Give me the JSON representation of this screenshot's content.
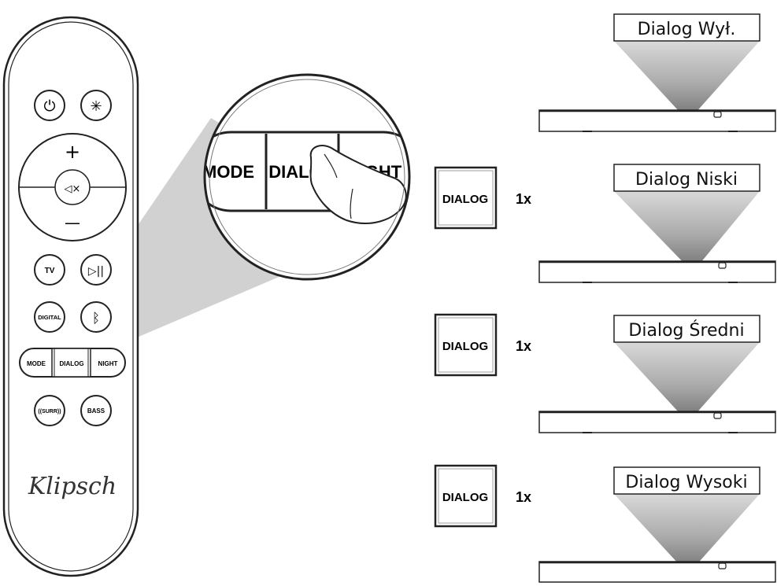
{
  "remote": {
    "buttons": {
      "power": "⏻",
      "light": "✳",
      "volume_up": "+",
      "volume_down": "—",
      "mute": "◁×",
      "tv": "TV",
      "play_pause": "▷||",
      "digital": "DIGITAL",
      "bluetooth": "ᛒ",
      "mode": "MODE",
      "dialog": "DIALOG",
      "night": "NIGHT",
      "surround": "((SURR))",
      "bass": "BASS"
    },
    "logo": "Klipsch"
  },
  "zoom": {
    "mode": "MODE",
    "dialog": "DIALOG",
    "night": "NIGHT"
  },
  "steps": [
    {
      "label": "Dialog Wył.",
      "button": "",
      "count": ""
    },
    {
      "label": "Dialog Niski",
      "button": "DIALOG",
      "count": "1x"
    },
    {
      "label": "Dialog Średni",
      "button": "DIALOG",
      "count": "1x"
    },
    {
      "label": "Dialog Wysoki",
      "button": "DIALOG",
      "count": "1x"
    }
  ],
  "colors": {
    "stroke": "#222222",
    "zoom_cone": "#c8c8c8",
    "remote_fill": "#ffffff"
  }
}
